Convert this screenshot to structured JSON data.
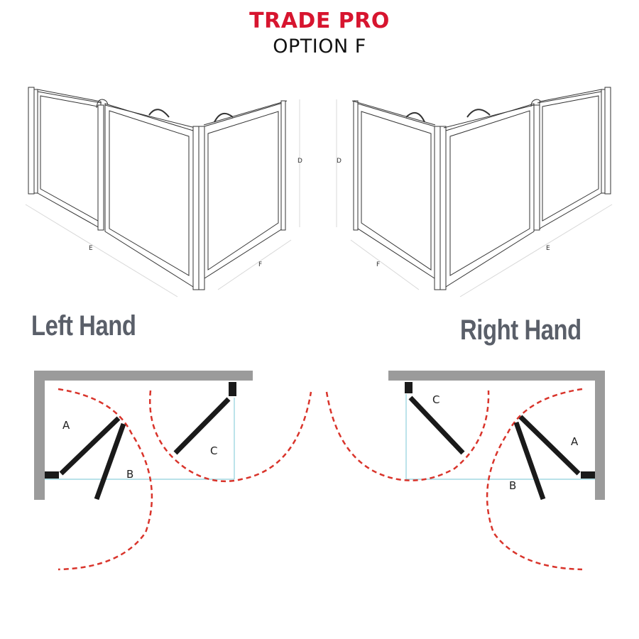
{
  "header": {
    "title": "TRADE PRO",
    "subtitle": "OPTION F",
    "title_color": "#d7152f"
  },
  "perspective_views": {
    "left": {
      "dimension_labels": {
        "height": "D",
        "long_side": "E",
        "short_side": "F"
      }
    },
    "right": {
      "dimension_labels": {
        "height": "D",
        "long_side": "E",
        "short_side": "F"
      }
    }
  },
  "plan_views": {
    "left": {
      "label": "Left Hand",
      "door_labels": {
        "a": "A",
        "b": "B",
        "c": "C"
      }
    },
    "right": {
      "label": "Right Hand",
      "door_labels": {
        "a": "A",
        "b": "B",
        "c": "C"
      }
    },
    "colors": {
      "wall": "#9b9b9b",
      "door": "#1a1a1a",
      "swing_arc": "#d9342b",
      "guide_line": "#8fd0dc",
      "label": "#5a5f69"
    }
  }
}
